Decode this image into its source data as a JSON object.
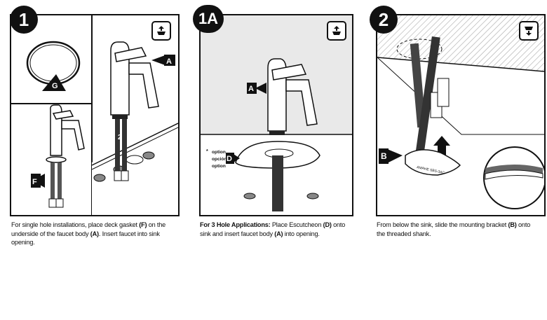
{
  "steps": [
    {
      "number": "1",
      "labels": {
        "gasket": "G",
        "deck_gasket": "F",
        "faucet": "A",
        "hose_num": "2",
        "hose_num2": "1"
      },
      "caption": {
        "pre": "For single hole installations, place deck gasket ",
        "b1": "(F)",
        "mid": " on the underside of the faucet body ",
        "b2": "(A)",
        "post": ". Insert faucet into sink opening."
      }
    },
    {
      "number": "1A",
      "labels": {
        "faucet": "A",
        "escutcheon": "D",
        "option1": "option",
        "option2": "opción",
        "option3": "option",
        "asterisk": "*"
      },
      "caption": {
        "b0": "For 3 Hole Applications:",
        "pre": " Place Escutcheon ",
        "b1": "(D)",
        "mid": " onto sink and insert faucet body ",
        "b2": "(A)",
        "post": " into opening."
      }
    },
    {
      "number": "2",
      "labels": {
        "bracket": "B",
        "bracket_text": "AMAHE SBS-3AC"
      },
      "caption": {
        "pre": "From below the sink, slide the mounting bracket ",
        "b1": "(B)",
        "mid": " onto the threaded shank.",
        "b2": "",
        "post": ""
      }
    }
  ]
}
